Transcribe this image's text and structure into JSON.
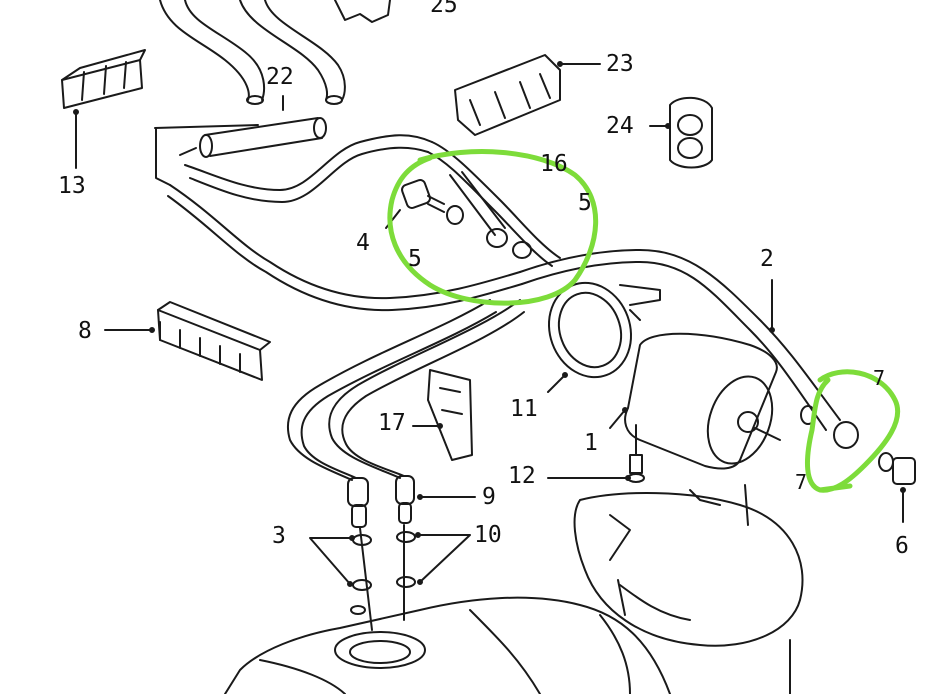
{
  "diagram": {
    "line_color": "#1a1a1a",
    "fill_color": "#ffffff",
    "highlight_color": "#7ddc3a",
    "callouts": [
      {
        "id": "c1",
        "text": "1"
      },
      {
        "id": "c2",
        "text": "2"
      },
      {
        "id": "c3",
        "text": "3"
      },
      {
        "id": "c4",
        "text": "4"
      },
      {
        "id": "c5a",
        "text": "5"
      },
      {
        "id": "c5b",
        "text": "5"
      },
      {
        "id": "c6",
        "text": "6"
      },
      {
        "id": "c7a",
        "text": "7"
      },
      {
        "id": "c7b",
        "text": "7"
      },
      {
        "id": "c8",
        "text": "8"
      },
      {
        "id": "c9",
        "text": "9"
      },
      {
        "id": "c10",
        "text": "10"
      },
      {
        "id": "c11",
        "text": "11"
      },
      {
        "id": "c12",
        "text": "12"
      },
      {
        "id": "c13",
        "text": "13"
      },
      {
        "id": "c16",
        "text": "16"
      },
      {
        "id": "c17",
        "text": "17"
      },
      {
        "id": "c22",
        "text": "22"
      },
      {
        "id": "c23",
        "text": "23"
      },
      {
        "id": "c24",
        "text": "24"
      },
      {
        "id": "c25",
        "text": "25"
      }
    ]
  }
}
